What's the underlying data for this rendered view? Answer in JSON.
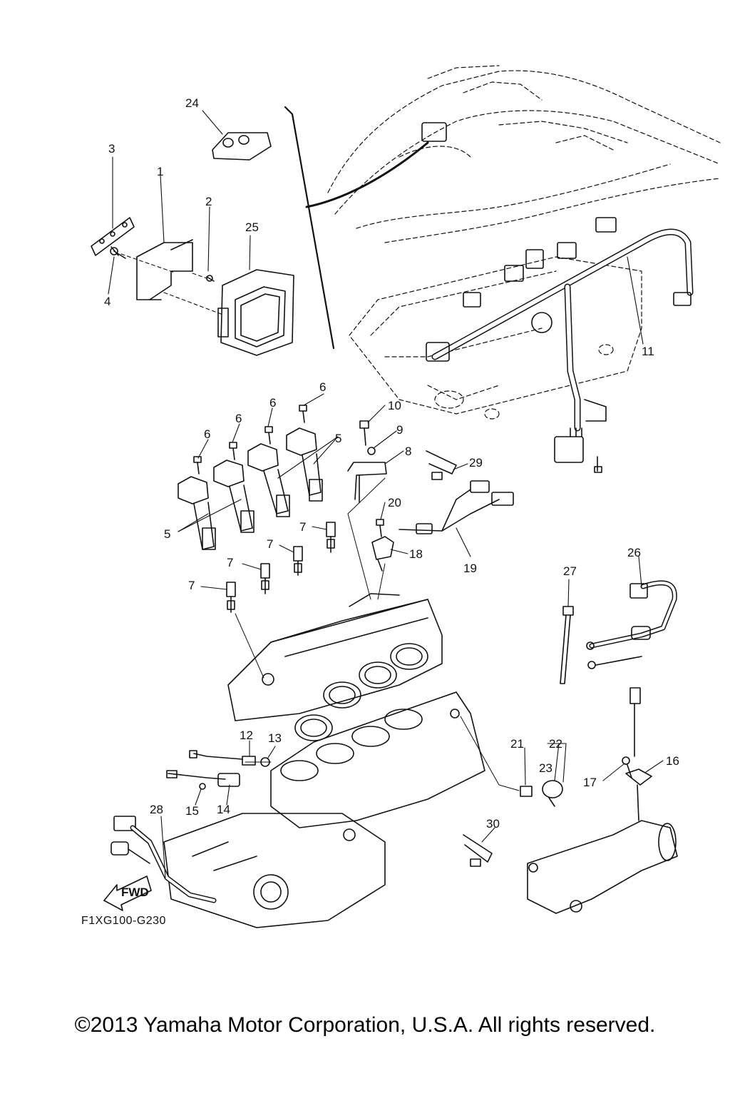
{
  "diagram": {
    "drawing_code": "F1XG100-G230",
    "fwd_label": "FWD",
    "copyright": "©2013 Yamaha Motor Corporation, U.S.A. All rights reserved.",
    "callouts": {
      "c1": "1",
      "c2": "2",
      "c3": "3",
      "c4": "4",
      "c5a": "5",
      "c5b": "5",
      "c6a": "6",
      "c6b": "6",
      "c6c": "6",
      "c6d": "6",
      "c7a": "7",
      "c7b": "7",
      "c7c": "7",
      "c7d": "7",
      "c8": "8",
      "c9": "9",
      "c10": "10",
      "c11": "11",
      "c12": "12",
      "c13": "13",
      "c14": "14",
      "c15": "15",
      "c16": "16",
      "c17": "17",
      "c18": "18",
      "c19": "19",
      "c20": "20",
      "c21": "21",
      "c22": "22",
      "c23": "23",
      "c24": "24",
      "c25": "25",
      "c26": "26",
      "c27": "27",
      "c28": "28",
      "c29": "29",
      "c30": "30"
    }
  }
}
